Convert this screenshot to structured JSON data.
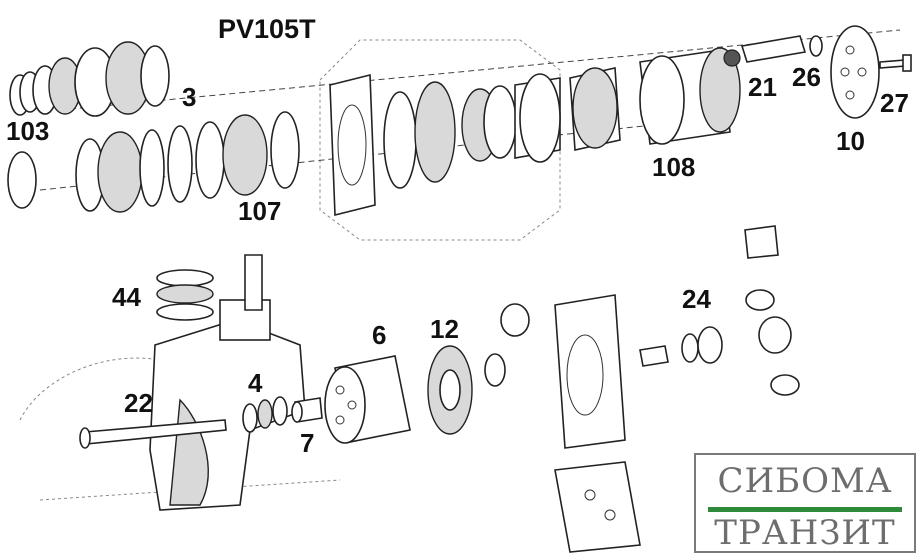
{
  "title": "PV105T",
  "part_labels": {
    "p103": "103",
    "p3": "3",
    "p107": "107",
    "p108": "108",
    "p21": "21",
    "p26": "26",
    "p27": "27",
    "p10": "10",
    "p44": "44",
    "p22": "22",
    "p4": "4",
    "p7": "7",
    "p6": "6",
    "p12": "12",
    "p24": "24"
  },
  "logo": {
    "line1": "СИБОМА",
    "line2": "ТРАНЗИТ",
    "accent_color": "#2f8a3a",
    "text_color": "#6d6d6d"
  }
}
